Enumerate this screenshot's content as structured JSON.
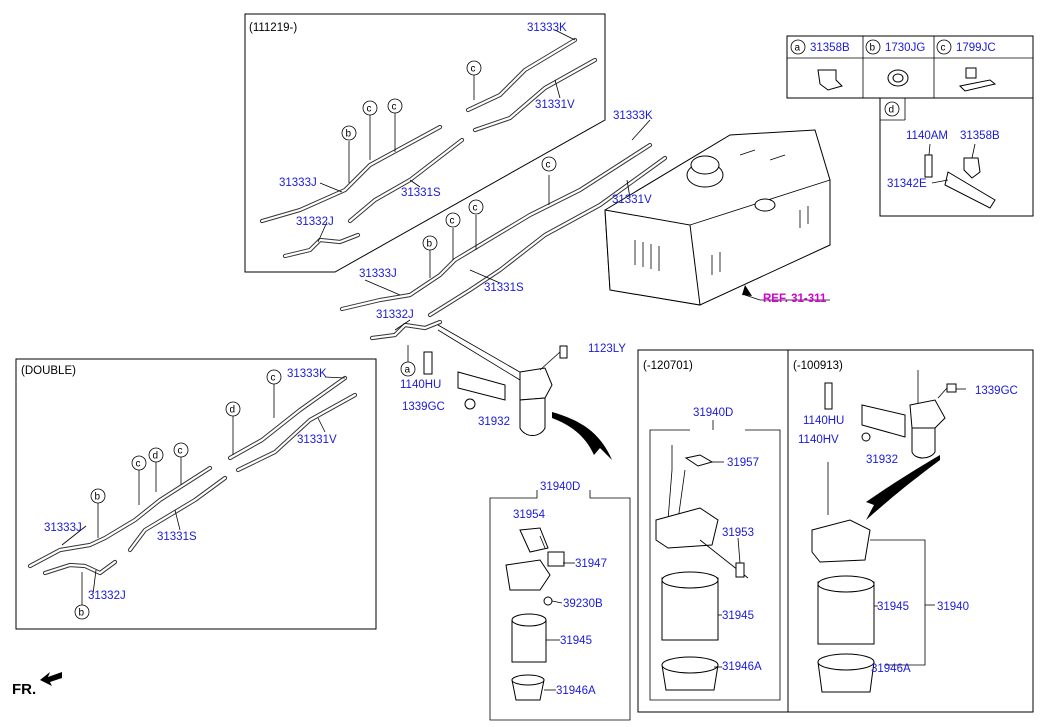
{
  "panels": {
    "early": {
      "title": "(111219-)"
    },
    "double": {
      "title": "(DOUBLE)"
    },
    "p120701": {
      "title": "(-120701)",
      "group": "31940D"
    },
    "p100913": {
      "title": "(-100913)"
    },
    "bottom_group": "31940D",
    "legend": {
      "a": {
        "key": "a",
        "part": "31358B"
      },
      "b": {
        "key": "b",
        "part": "1730JG"
      },
      "c": {
        "key": "c",
        "part": "1799JC"
      },
      "d": {
        "key": "d",
        "parts": [
          "1140AM",
          "31358B",
          "31342E"
        ]
      }
    }
  },
  "labels": {
    "early": [
      "31333K",
      "31331V",
      "31333J",
      "31331S",
      "31332J"
    ],
    "main": [
      "31333K",
      "31331V",
      "31333J",
      "31331S",
      "31332J",
      "1123LY",
      "1140HU",
      "1339GC",
      "31932"
    ],
    "ref": "REF. 31-311",
    "double": [
      "31333K",
      "31331V",
      "31333J",
      "31331S",
      "31332J"
    ],
    "bottom": [
      "31954",
      "31947",
      "39230B",
      "31945",
      "31946A"
    ],
    "p120701": [
      "31957",
      "31953",
      "31945",
      "31946A"
    ],
    "p100913": [
      "1339GC",
      "1140HU",
      "1140HV",
      "31932",
      "31945",
      "31940",
      "31946A"
    ],
    "fr": "FR."
  },
  "callouts": {
    "a": "a",
    "b": "b",
    "c": "c",
    "d": "d"
  },
  "colors": {
    "label": "#1a1adb",
    "ref": "#d400d4"
  }
}
